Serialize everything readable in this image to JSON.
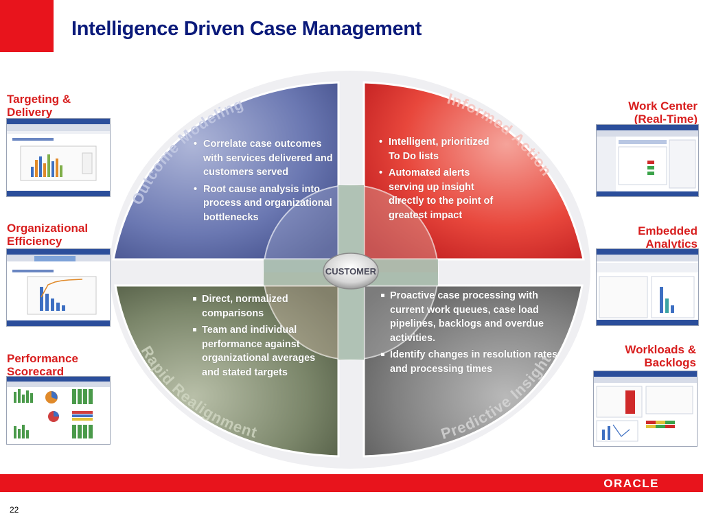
{
  "title": "Intelligence Driven Case Management",
  "left_labels": {
    "targeting": "Targeting & Delivery",
    "organizational": "Organizational Efficiency",
    "performance": "Performance Scorecard"
  },
  "right_labels": {
    "work_center": "Work Center (Real-Time)",
    "embedded": "Embedded Analytics",
    "workloads": "Workloads & Backlogs"
  },
  "quadrants": {
    "outcome_modeling": {
      "name": "Outcome Modeling",
      "bullets": [
        "Correlate case outcomes with services delivered and customers served",
        "Root cause analysis into process and organizational bottlenecks"
      ]
    },
    "informed_action": {
      "name": "Informed Action",
      "bullets": [
        "Intelligent, prioritized To Do lists",
        "Automated alerts serving up insight directly to the point of greatest impact"
      ]
    },
    "rapid_realignment": {
      "name": "Rapid Realignment",
      "bullets": [
        "Direct, normalized comparisons",
        "Team and individual performance against organizational averages and stated targets"
      ]
    },
    "predictive_insight": {
      "name": "Predictive Insight",
      "bullets": [
        "Proactive case processing with current work queues, case load pipelines, backlogs and overdue activities.",
        "Identify changes in resolution rates and processing times"
      ]
    }
  },
  "center": "CUSTOMER",
  "footer": {
    "logo": "ORACLE",
    "page_number": "22"
  },
  "colors": {
    "accent_red": "#e8141c",
    "title_blue": "#0a1a7a",
    "label_red": "#d81e1e"
  }
}
